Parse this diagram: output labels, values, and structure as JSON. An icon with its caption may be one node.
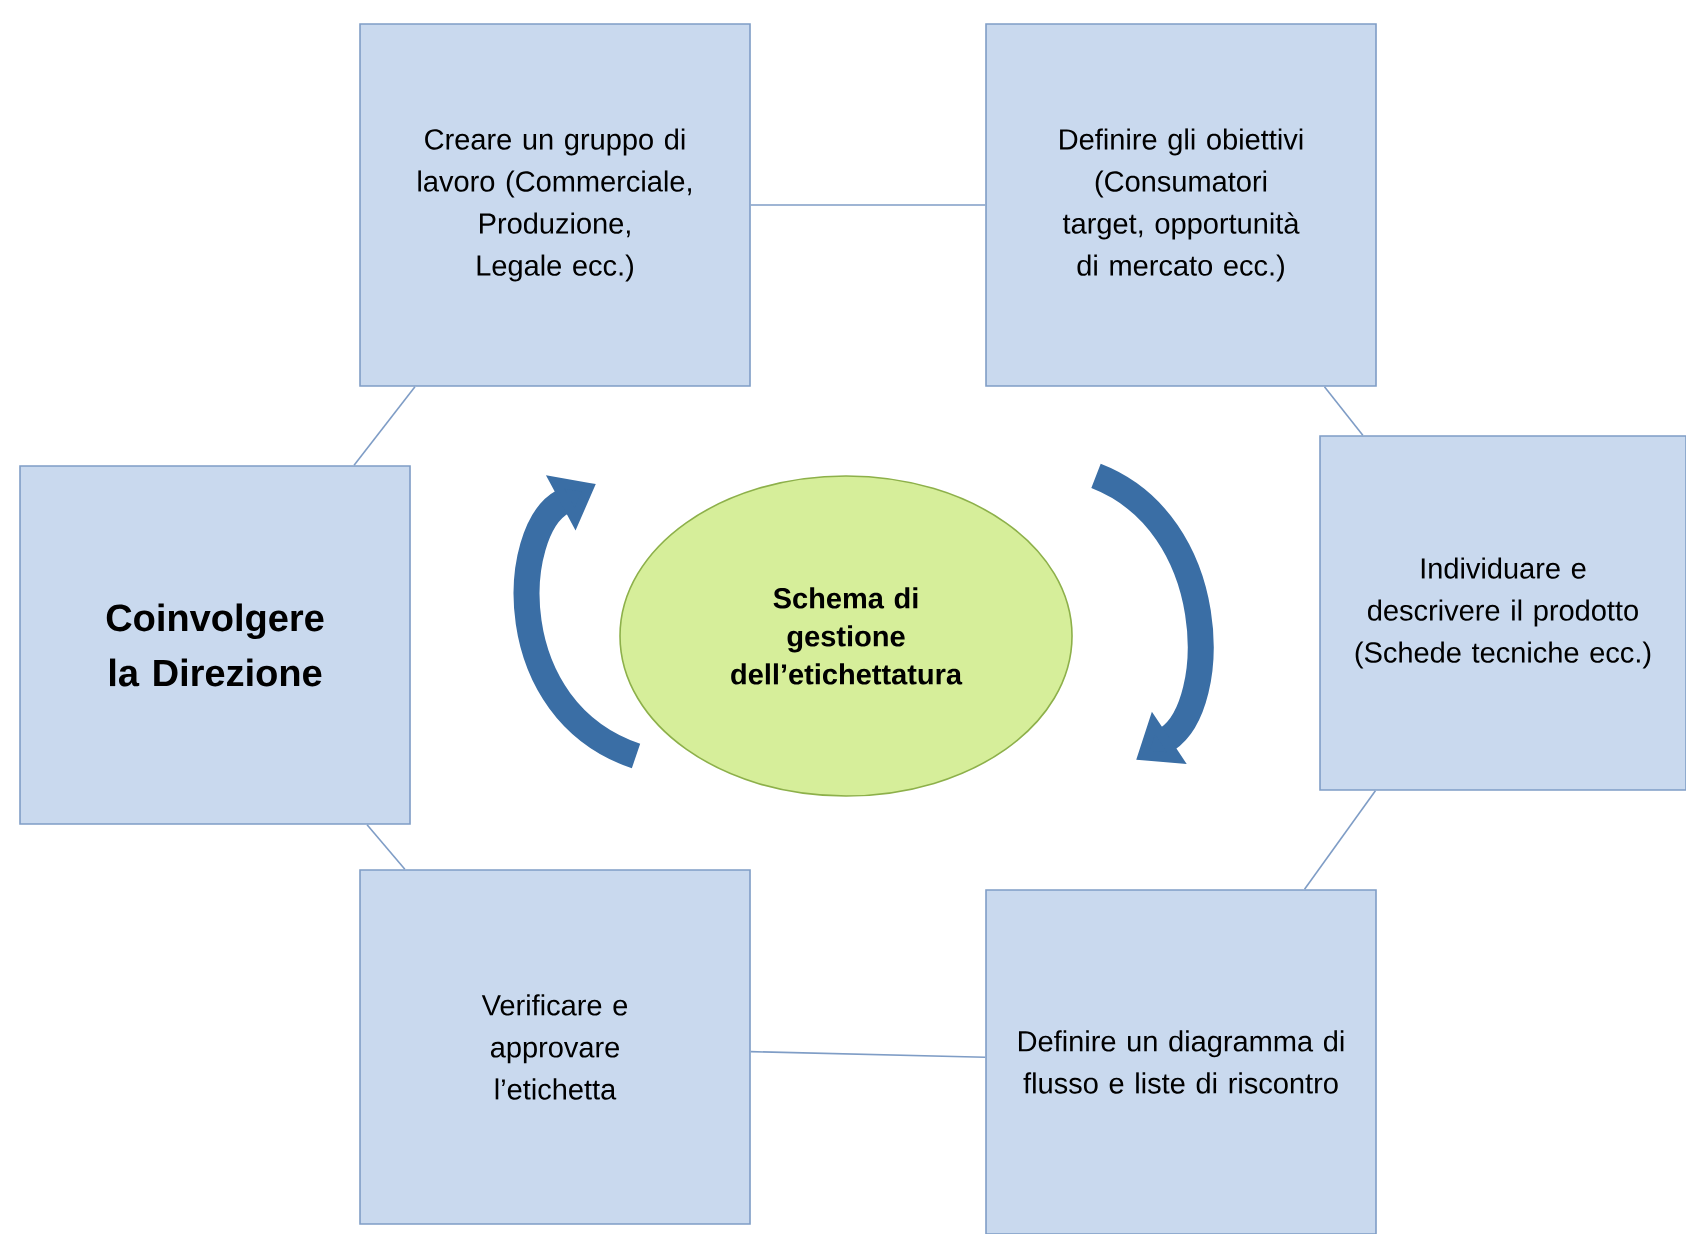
{
  "diagram": {
    "nodes": [
      {
        "text": [
          "Coinvolgere la Direzione"
        ]
      },
      {
        "text": [
          "Creare un gruppo di lavoro (Commerciale, Produzione, Legale ecc.)"
        ]
      },
      {
        "text": [
          "Definire gli obiettivi (Consumatori target, opportunità di mercato ecc.)"
        ]
      },
      {
        "text": [
          "Individuare e descrivere il prodotto (Schede tecniche ecc.)"
        ]
      },
      {
        "text": [
          "Definire un diagramma di flusso e liste di riscontro"
        ]
      },
      {
        "text": [
          "Verificare e approvare l’etichetta"
        ]
      },
      {
        "text": [
          "Schema di gestione dell’etichettatura"
        ]
      }
    ],
    "edges": [
      {
        "from": 0,
        "to": 1,
        "arrow": "none"
      },
      {
        "from": 1,
        "to": 2,
        "arrow": "none"
      },
      {
        "from": 2,
        "to": 3,
        "arrow": "none"
      },
      {
        "from": 3,
        "to": 4,
        "arrow": "none"
      },
      {
        "from": 4,
        "to": 5,
        "arrow": "none"
      },
      {
        "from": 5,
        "to": 0,
        "arrow": "none"
      }
    ]
  }
}
